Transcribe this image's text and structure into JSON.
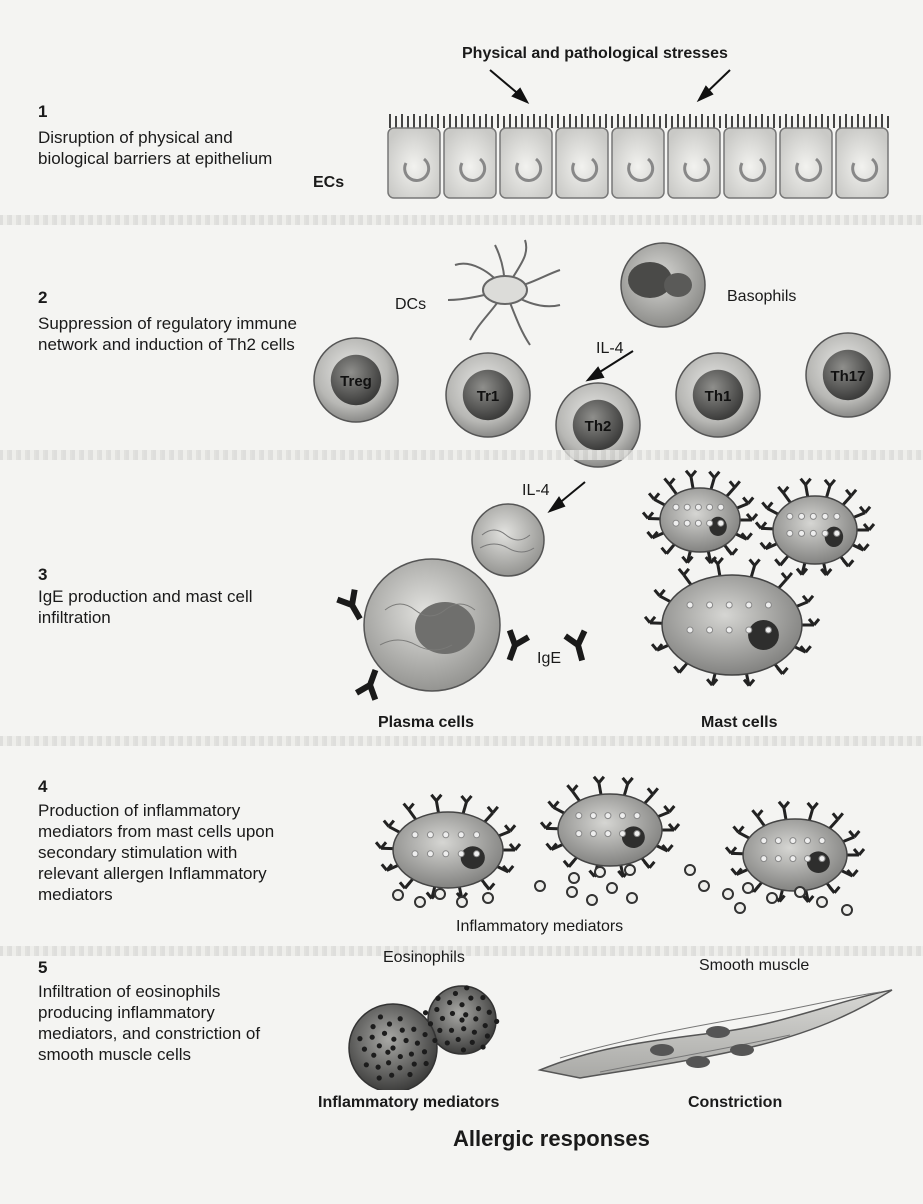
{
  "steps": [
    {
      "number": "1",
      "text": "Disruption of physical and biological barriers at epithelium"
    },
    {
      "number": "2",
      "text": "Suppression of regulatory immune network and induction of Th2 cells"
    },
    {
      "number": "3",
      "text": "IgE production and mast cell infiltration"
    },
    {
      "number": "4",
      "text": "Production of inflammatory mediators from mast cells upon secondary stimulation with relevant allergen Inflammatory mediators"
    },
    {
      "number": "5",
      "text": "Infiltration of eosinophils producing inflammatory mediators, and constriction of smooth muscle cells"
    }
  ],
  "labels": {
    "stresses": "Physical and pathological stresses",
    "ecs": "ECs",
    "dcs": "DCs",
    "basophils": "Basophils",
    "il4_a": "IL-4",
    "il4_b": "IL-4",
    "treg": "Treg",
    "tr1": "Tr1",
    "th2": "Th2",
    "th1": "Th1",
    "th17": "Th17",
    "ige": "IgE",
    "plasma_cells": "Plasma cells",
    "mast_cells": "Mast cells",
    "inflammatory_mediators_4": "Inflammatory mediators",
    "eosinophils": "Eosinophils",
    "smooth_muscle": "Smooth muscle",
    "inflammatory_mediators_5": "Inflammatory mediators",
    "constriction": "Constriction",
    "footer": "Allergic responses"
  }
}
